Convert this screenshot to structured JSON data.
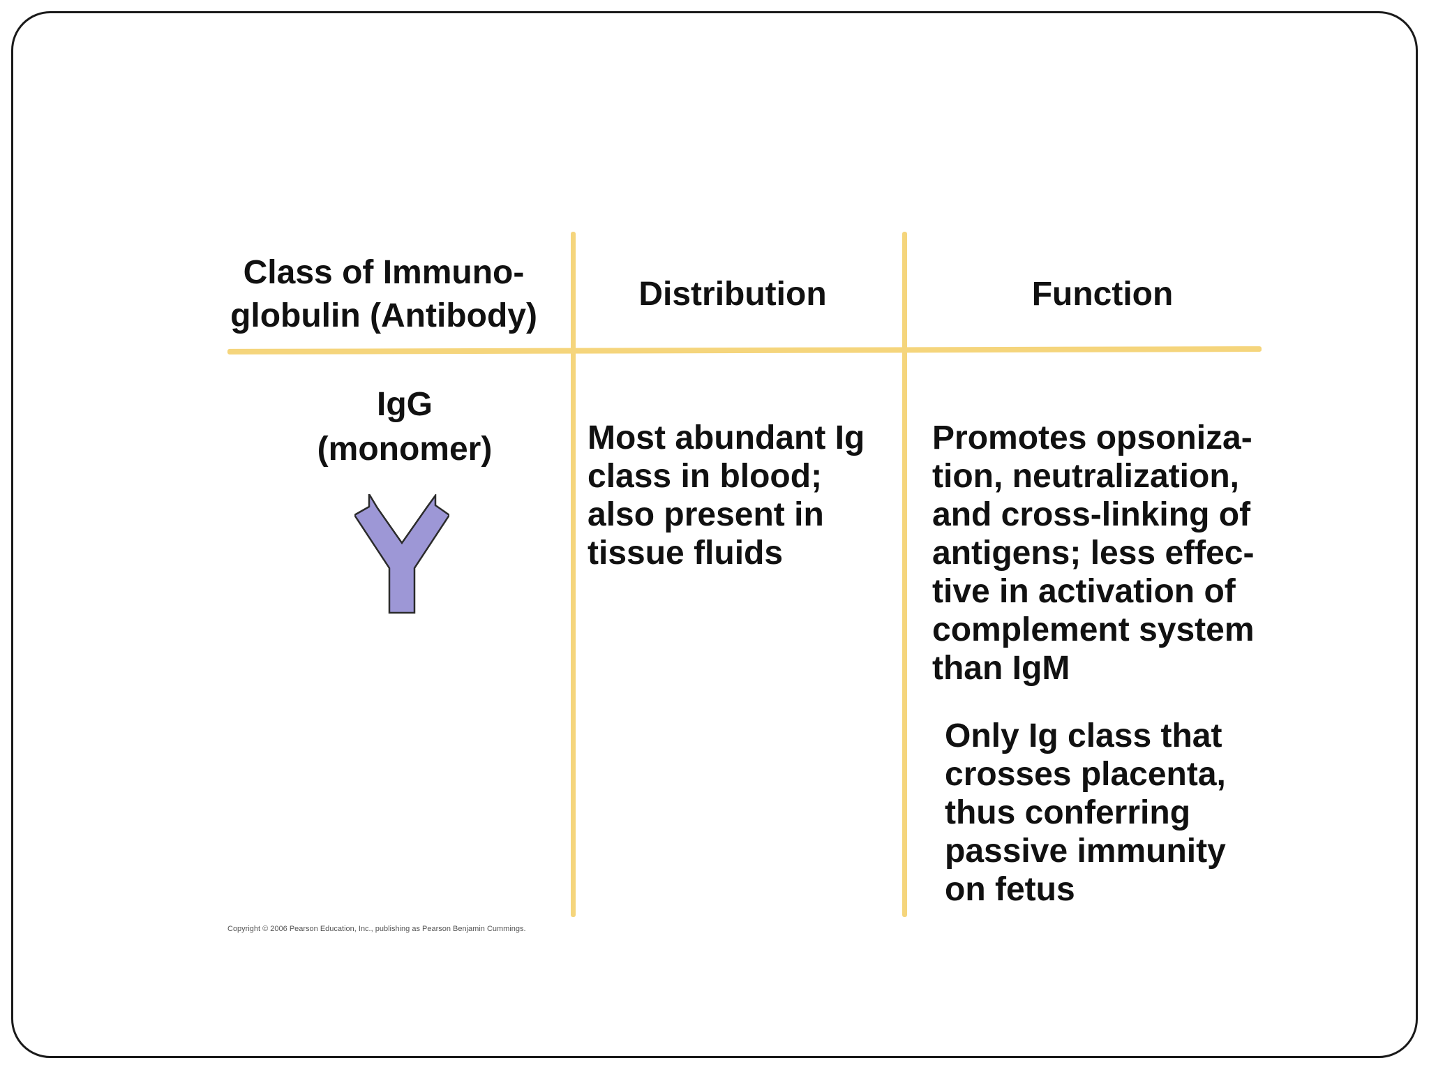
{
  "table": {
    "headers": {
      "class": "Class of Immuno-\nglobulin (Antibody)",
      "distribution": "Distribution",
      "function": "Function"
    },
    "row": {
      "class_name": "IgG\n(monomer)",
      "icon": "antibody-monomer-icon",
      "distribution": "Most abundant Ig\nclass in blood;\nalso present in\ntissue fluids",
      "function_1": "Promotes opsoniza-\ntion, neutralization,\nand cross-linking of\nantigens; less effec-\ntive in activation of\ncomplement system\nthan IgM",
      "function_2": "Only Ig class that\ncrosses placenta,\nthus conferring\npassive immunity\non fetus"
    }
  },
  "footer": {
    "copyright": "Copyright © 2006 Pearson Education, Inc., publishing as Pearson Benjamin Cummings."
  },
  "colors": {
    "rule": "#f5d57c",
    "antibody_fill": "#9d97d6",
    "antibody_stroke": "#2b2b2b",
    "frame_border": "#1a1a1a"
  }
}
